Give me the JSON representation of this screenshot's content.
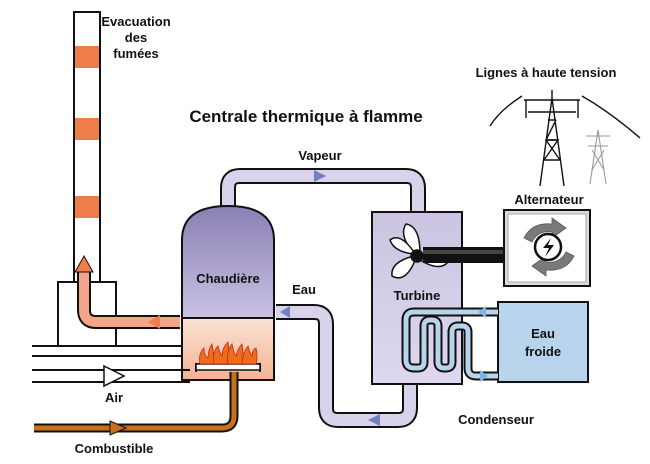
{
  "title": "Centrale thermique à flamme",
  "labels": {
    "chimney_1": "Evacuation",
    "chimney_2": "des",
    "chimney_3": "fumées",
    "lines": "Lignes à haute tension",
    "vapor": "Vapeur",
    "water": "Eau",
    "boiler": "Chaudière",
    "turbine": "Turbine",
    "alternator": "Alternateur",
    "cold_water_1": "Eau",
    "cold_water_2": "froide",
    "air": "Air",
    "condenser": "Condenseur",
    "fuel": "Combustible"
  },
  "colors": {
    "pipe_fill": "#d8d2ea",
    "boiler_top": "#8f84b8",
    "smoke": "#f4a58a",
    "flame": "#f06a1e",
    "fuel": "#c9701c",
    "cold_water": "#b8d4ec",
    "chimney_band": "#ee7d4c",
    "outline": "#111111"
  }
}
